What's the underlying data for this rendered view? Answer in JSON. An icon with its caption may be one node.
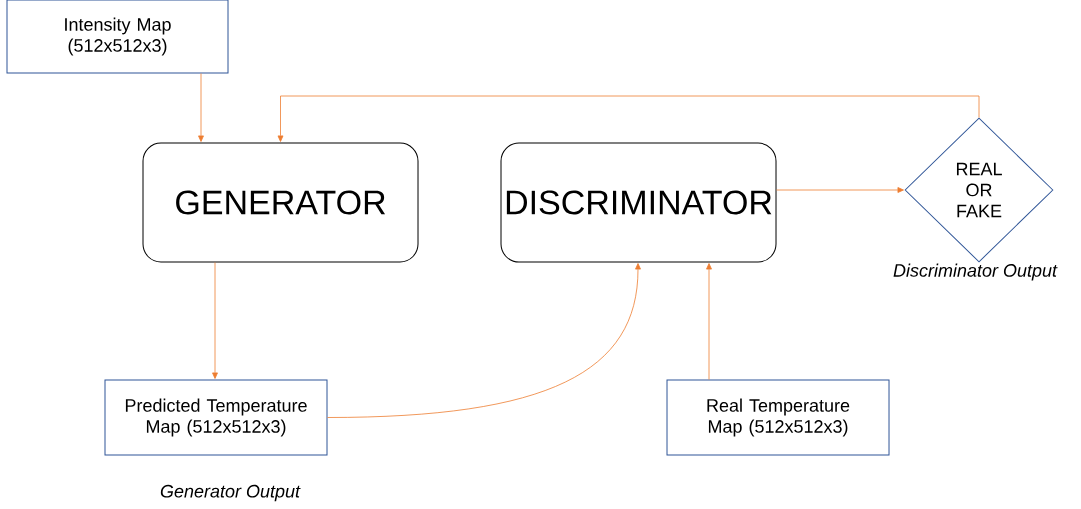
{
  "diagram": {
    "nodes": [
      {
        "text": [
          "Intensity Map (512x512x3)"
        ]
      },
      {
        "text": [
          "GENERATOR"
        ]
      },
      {
        "text": [
          "DISCRIMINATOR"
        ]
      },
      {
        "text": [
          "REAL OR FAKE"
        ],
        "beside": [
          "Discriminator Output"
        ]
      },
      {
        "text": [
          "Predicted Temperature Map (512x512x3)"
        ],
        "beside": [
          "Generator Output"
        ]
      },
      {
        "text": [
          "Real Temperature Map (512x512x3)"
        ]
      }
    ],
    "edges": [
      {
        "from": 0,
        "to": 1,
        "arrow": "to"
      },
      {
        "from": 3,
        "to": 1,
        "arrow": "to"
      },
      {
        "from": 1,
        "to": 4,
        "arrow": "to"
      },
      {
        "from": 4,
        "to": 2,
        "arrow": "to"
      },
      {
        "from": 5,
        "to": 2,
        "arrow": "to"
      },
      {
        "from": 2,
        "to": 3,
        "arrow": "to"
      }
    ]
  }
}
